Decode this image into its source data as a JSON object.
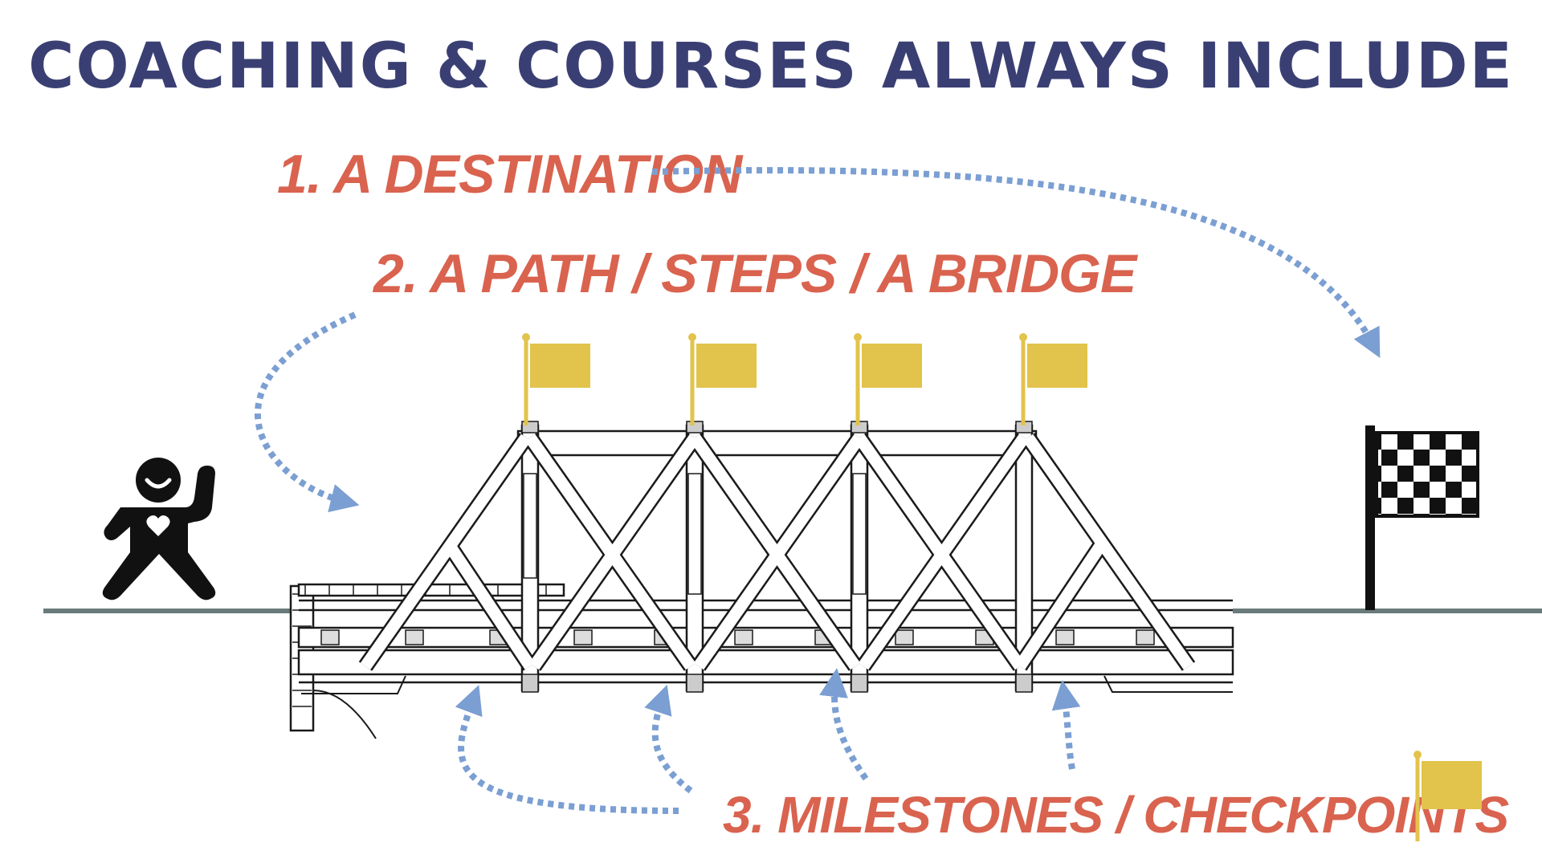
{
  "title": "COACHING & COURSES ALWAYS INCLUDE",
  "items": [
    {
      "label": "1. A DESTINATION"
    },
    {
      "label": "2. A PATH / STEPS / A BRIDGE"
    },
    {
      "label": "3. MILESTONES / CHECKPOINTS"
    }
  ],
  "colors": {
    "title": "#3a3f73",
    "labels": "#d9634f",
    "arrows": "#7b9fd2",
    "milestone_flags": "#e2c34b",
    "ground": "#6b7b7b",
    "ink": "#111111"
  },
  "icons": {
    "person": "smiling-person-icon",
    "finish": "checkered-flag-icon",
    "milestone": "milestone-flag-icon",
    "bridge": "truss-bridge-drawing"
  }
}
